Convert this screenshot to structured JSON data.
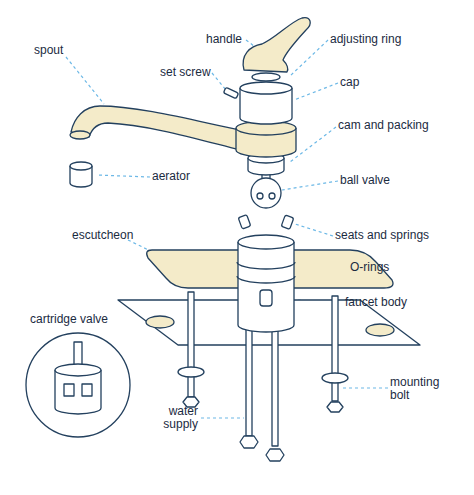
{
  "diagram": {
    "labels": [
      "spout",
      "handle",
      "set screw",
      "adjusting ring",
      "cap",
      "cam and packing",
      "aerator",
      "ball valve",
      "escutcheon",
      "seats and springs",
      "O-rings",
      "faucet body",
      "cartridge valve",
      "water supply",
      "mounting bolt"
    ]
  }
}
